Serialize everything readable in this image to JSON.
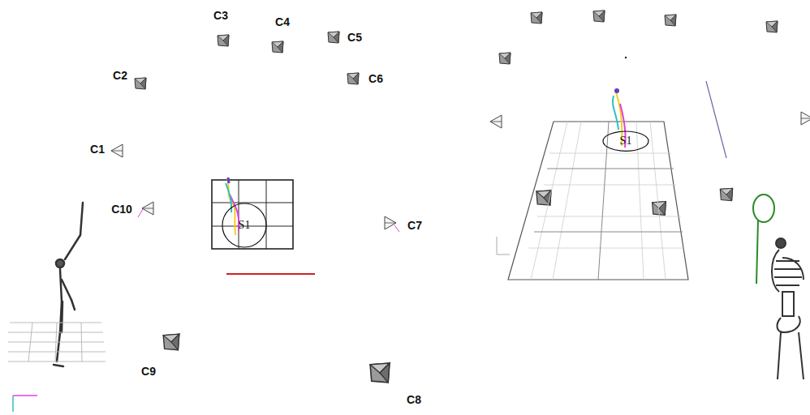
{
  "diagram": {
    "nodes": [
      {
        "text": [
          "S1"
        ]
      },
      {
        "text": [
          "S1"
        ]
      }
    ],
    "labels": [
      "C3",
      "C4",
      "C5",
      "C2",
      "C6",
      "C1",
      "C10",
      "C7",
      "C9",
      "C8"
    ]
  }
}
